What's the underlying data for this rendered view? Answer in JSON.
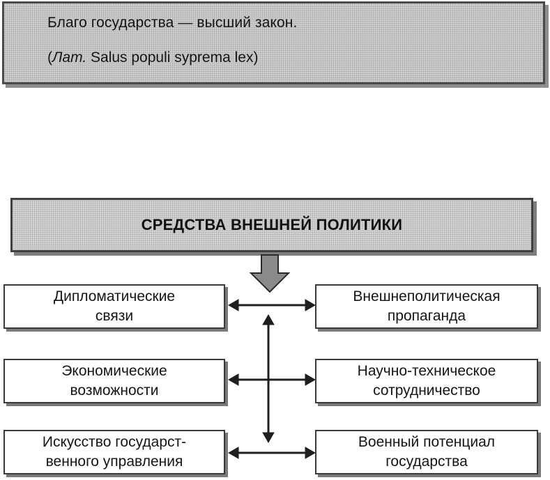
{
  "quote": {
    "line1": "Благо государства — высший закон.",
    "latin_open": "(",
    "latin_prefix": "Лат.",
    "latin_text": " Salus populi syprema lex)"
  },
  "diagram": {
    "title": "СРЕДСТВА ВНЕШНЕЙ ПОЛИТИКИ",
    "left_items": [
      "Дипломатические\nсвязи",
      "Экономические\nвозможности",
      "Искусство государст-\nвенного управления"
    ],
    "right_items": [
      "Внешнеполитическая\nпропаганда",
      "Научно-техническое\nсотрудничество",
      "Военный потенциал\nгосударства"
    ]
  },
  "colors": {
    "box_fill": "#cfcfcf",
    "border": "#3a3a3a",
    "shadow": "#7a7a7a",
    "arrow": "#2a2a2a"
  },
  "icons": {
    "main_arrow": "down-arrow-icon",
    "connectors": "double-headed-arrow-icon"
  }
}
